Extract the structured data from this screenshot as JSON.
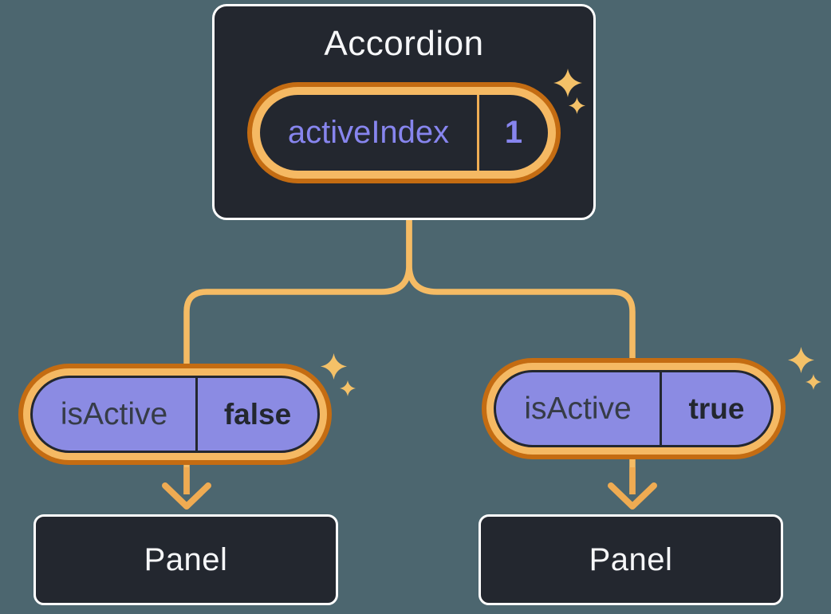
{
  "accordion": {
    "title": "Accordion",
    "state_pill": {
      "label": "activeIndex",
      "value": "1"
    }
  },
  "children": [
    {
      "prop_pill": {
        "label": "isActive",
        "value": "false"
      },
      "panel_label": "Panel"
    },
    {
      "prop_pill": {
        "label": "isActive",
        "value": "true"
      },
      "panel_label": "Panel"
    }
  ],
  "icons": {
    "sparkle": "four-point-star",
    "arrow": "arrow-down"
  },
  "colors": {
    "background": "#4C666F",
    "node_fill": "#23272F",
    "node_border": "#FFFFFF",
    "node_text": "#F6F7F9",
    "pill_ring_outer": "#C46C12",
    "pill_ring_inner": "#F5B963",
    "prop_pill_fill": "#8B8BE3",
    "purple_text": "#8785EE",
    "dark_text": "#23272F",
    "line": "#F5BB64",
    "arrow": "#EFAB52",
    "sparkle": "#F4C168",
    "state_pill_divider": "#EFAD54"
  }
}
